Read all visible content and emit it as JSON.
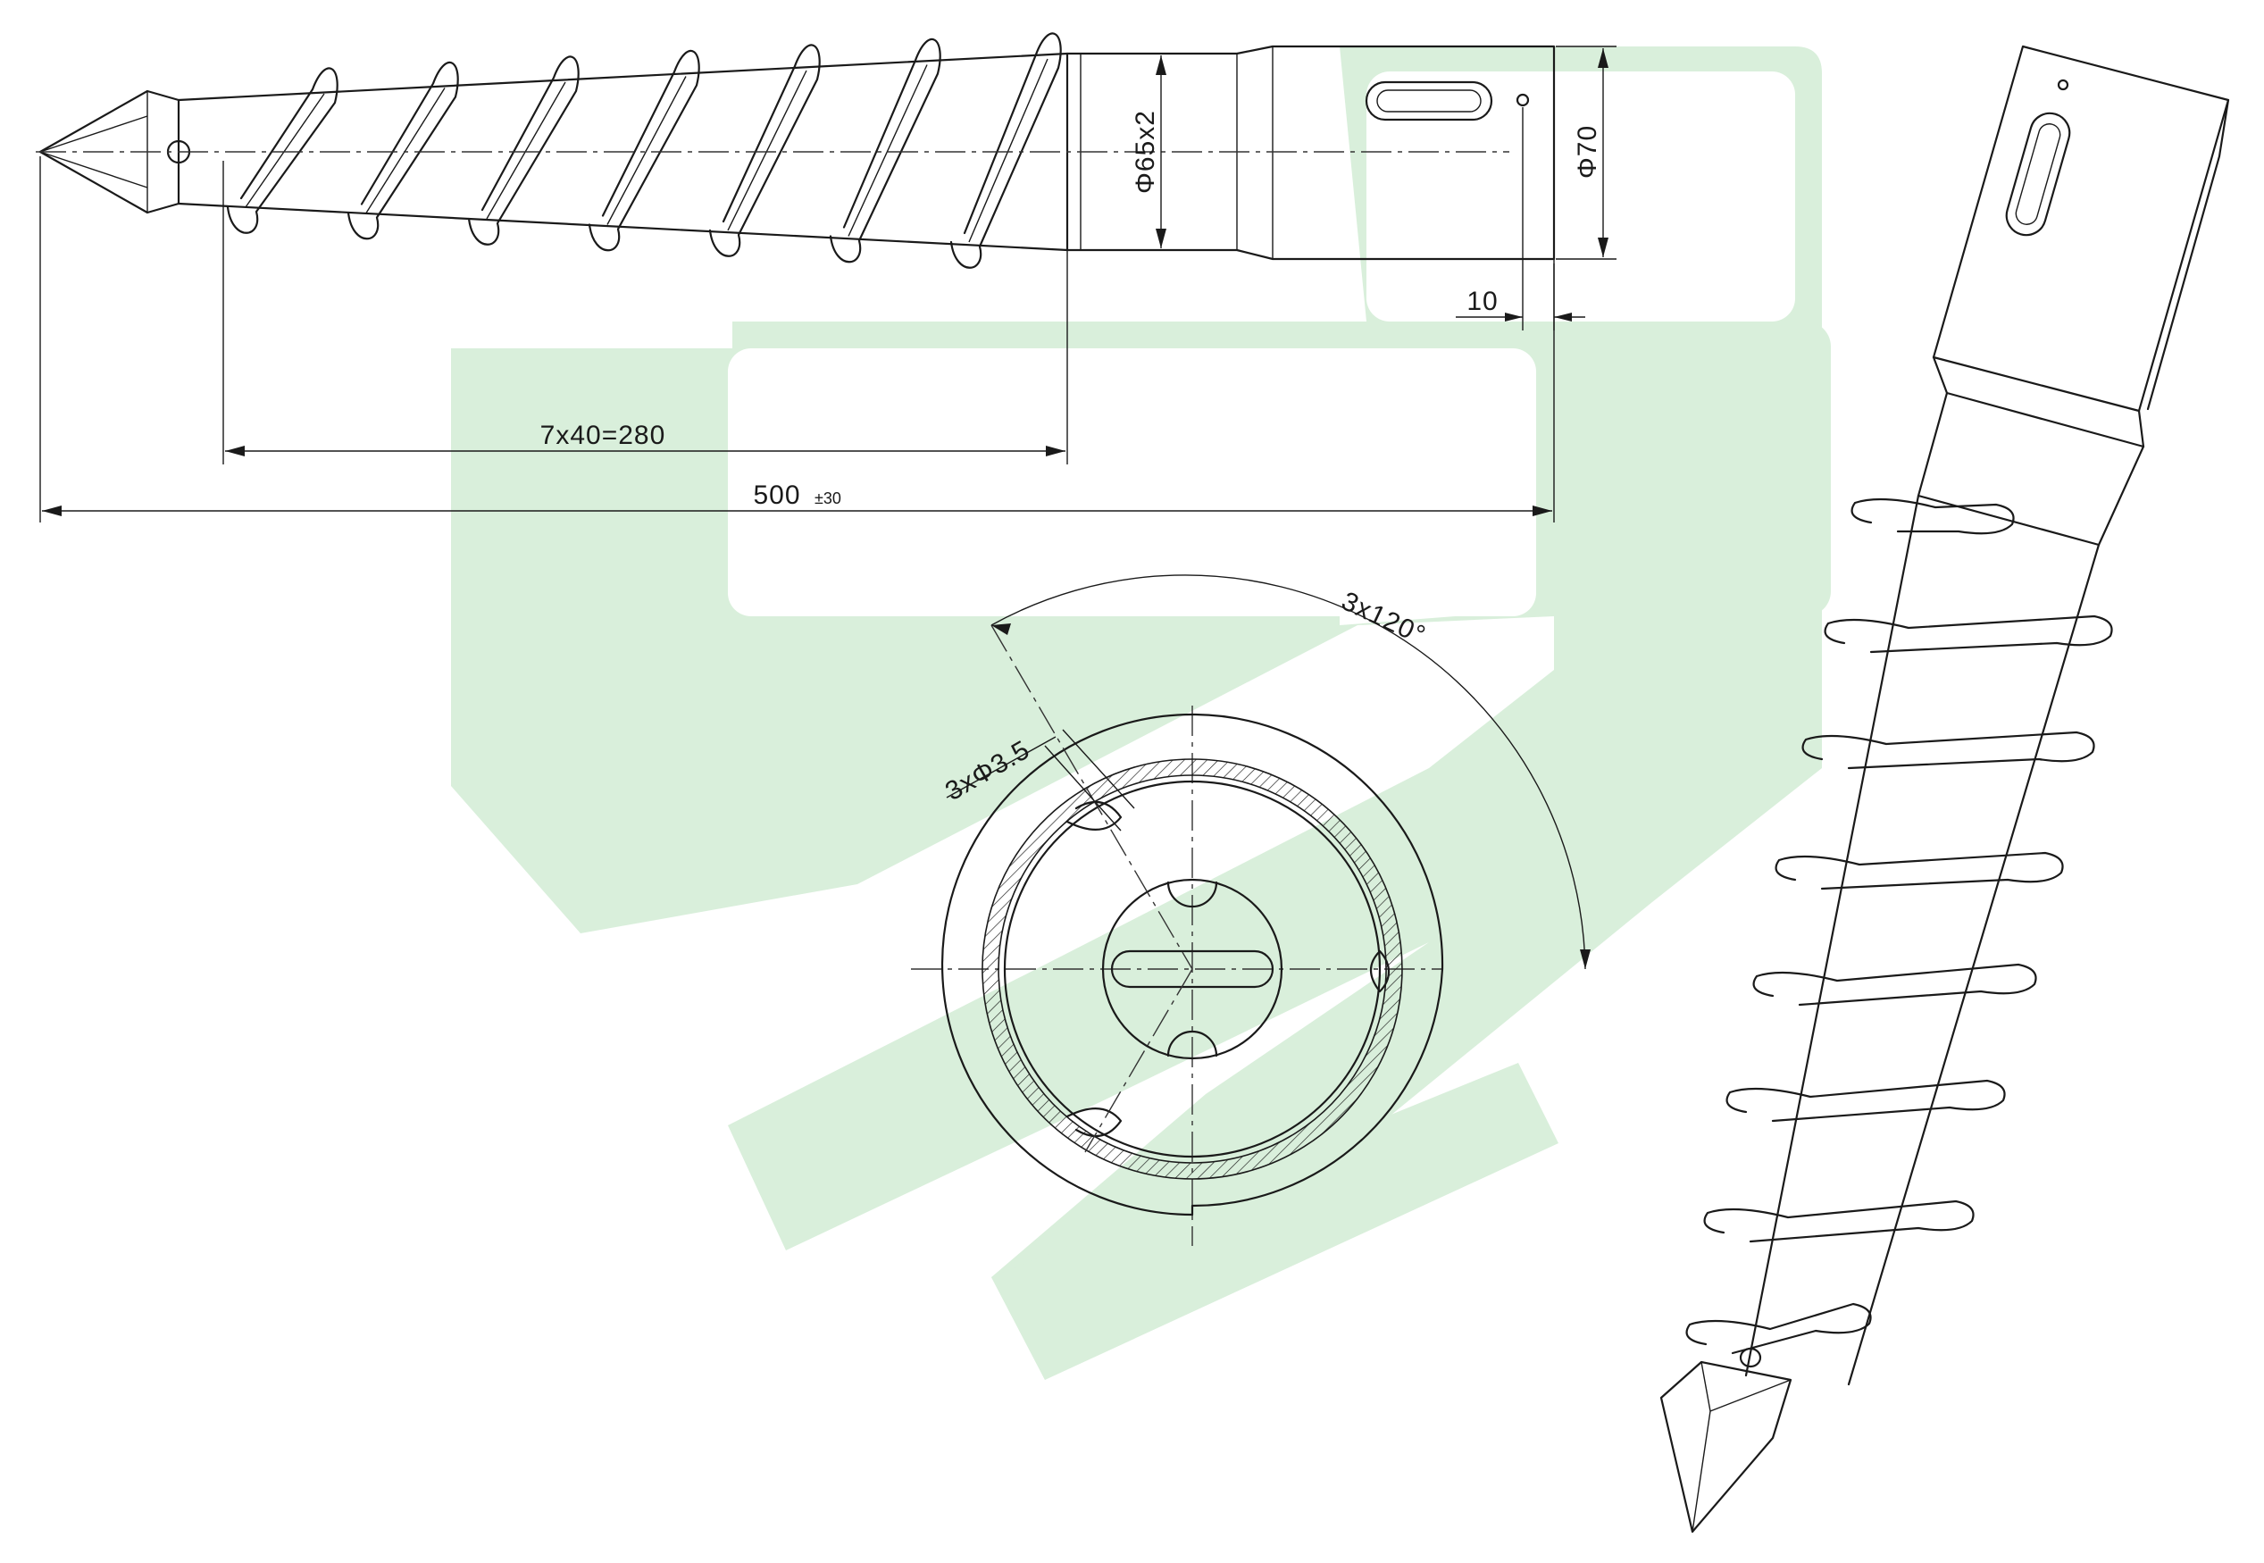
{
  "watermark": {
    "color": "#d9efdb",
    "shape": "logo-watermark"
  },
  "line_color": "#1a1a1a",
  "dimensions": {
    "d_tube": "Φ65x2",
    "d_outer": "Φ70",
    "offset": "10",
    "pitch": "7x40=280",
    "length": "500",
    "length_tol": "±30",
    "angle": "3x120°",
    "holes": "3xΦ3.5"
  },
  "views": [
    "side-view",
    "end-view",
    "isometric-view"
  ]
}
